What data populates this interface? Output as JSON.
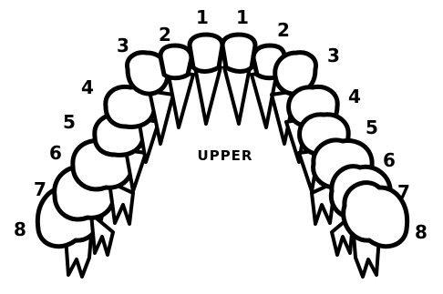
{
  "diagram": {
    "center_label": "UPPER",
    "left_numbers": [
      "1",
      "2",
      "3",
      "4",
      "5",
      "6",
      "7",
      "8"
    ],
    "right_numbers": [
      "1",
      "2",
      "3",
      "4",
      "5",
      "6",
      "7",
      "8"
    ]
  },
  "colors": {
    "ink": "#000000",
    "background": "#ffffff"
  }
}
